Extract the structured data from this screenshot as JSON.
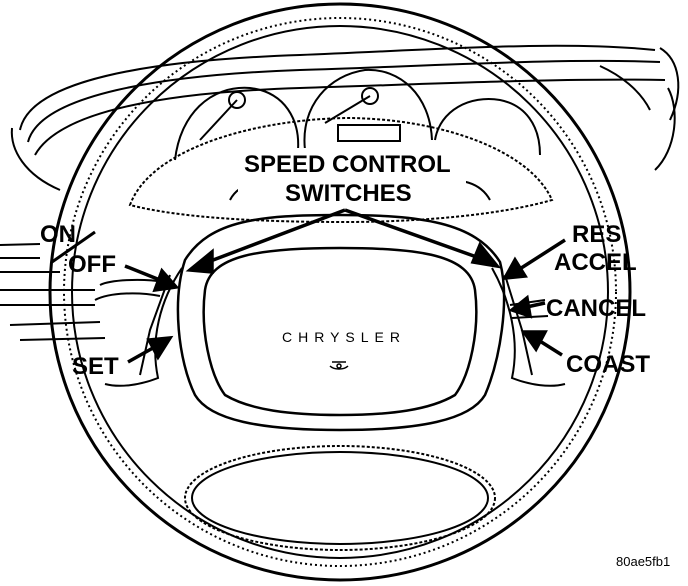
{
  "diagram": {
    "title_line1": "SPEED CONTROL",
    "title_line2": "SWITCHES",
    "left_labels": {
      "on": "ON",
      "off": "OFF",
      "set": "SET"
    },
    "right_labels": {
      "res": "RES",
      "accel": "ACCEL",
      "cancel": "CANCEL",
      "coast": "COAST"
    },
    "hub_brand": "CHRYSLER",
    "figure_id": "80ae5fb1"
  }
}
